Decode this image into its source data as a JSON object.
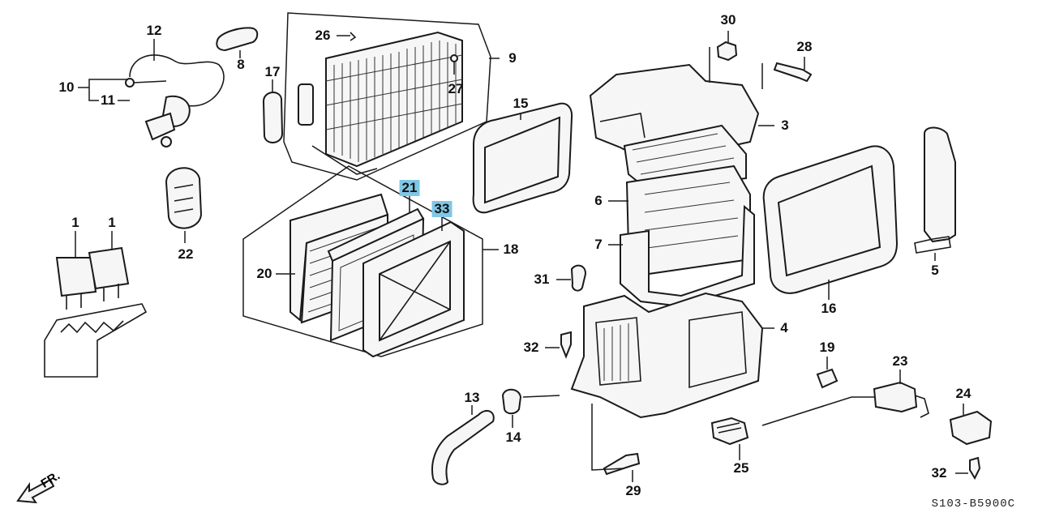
{
  "diagram": {
    "code": "S103-B5900C",
    "direction": "FR.",
    "highlight_color": "#7fc7e6",
    "callouts": [
      {
        "id": "c1a",
        "text": "1"
      },
      {
        "id": "c1b",
        "text": "1"
      },
      {
        "id": "c3",
        "text": "3"
      },
      {
        "id": "c4",
        "text": "4"
      },
      {
        "id": "c5",
        "text": "5"
      },
      {
        "id": "c6",
        "text": "6"
      },
      {
        "id": "c7",
        "text": "7"
      },
      {
        "id": "c8",
        "text": "8"
      },
      {
        "id": "c9",
        "text": "9"
      },
      {
        "id": "c10",
        "text": "10"
      },
      {
        "id": "c11",
        "text": "11"
      },
      {
        "id": "c12",
        "text": "12"
      },
      {
        "id": "c13",
        "text": "13"
      },
      {
        "id": "c14",
        "text": "14"
      },
      {
        "id": "c15",
        "text": "15"
      },
      {
        "id": "c16",
        "text": "16"
      },
      {
        "id": "c17",
        "text": "17"
      },
      {
        "id": "c18",
        "text": "18"
      },
      {
        "id": "c19",
        "text": "19"
      },
      {
        "id": "c20",
        "text": "20"
      },
      {
        "id": "c21",
        "text": "21",
        "highlighted": true
      },
      {
        "id": "c22",
        "text": "22"
      },
      {
        "id": "c23",
        "text": "23"
      },
      {
        "id": "c24",
        "text": "24"
      },
      {
        "id": "c25",
        "text": "25"
      },
      {
        "id": "c26",
        "text": "26"
      },
      {
        "id": "c27",
        "text": "27"
      },
      {
        "id": "c28",
        "text": "28"
      },
      {
        "id": "c29",
        "text": "29"
      },
      {
        "id": "c30",
        "text": "30"
      },
      {
        "id": "c31",
        "text": "31"
      },
      {
        "id": "c32a",
        "text": "32"
      },
      {
        "id": "c32b",
        "text": "32"
      },
      {
        "id": "c33",
        "text": "33",
        "highlighted": true
      }
    ]
  }
}
